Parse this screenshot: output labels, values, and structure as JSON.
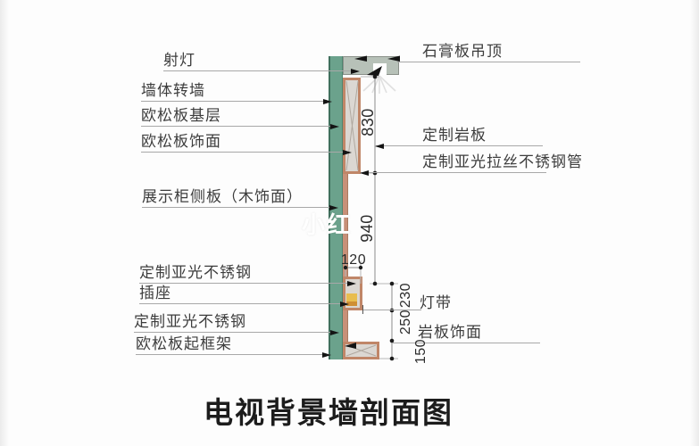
{
  "title": "电视背景墙剖面图",
  "watermark": "小红",
  "left_labels": [
    {
      "id": "spotlight",
      "text": "射灯"
    },
    {
      "id": "wall-turn",
      "text": "墙体转墙"
    },
    {
      "id": "osb-base",
      "text": "欧松板基层"
    },
    {
      "id": "osb-finish",
      "text": "欧松板饰面"
    },
    {
      "id": "cabinet-side",
      "text": "展示柜侧板（木饰面）"
    },
    {
      "id": "steel-1",
      "text": "定制亚光不锈钢"
    },
    {
      "id": "socket",
      "text": "插座"
    },
    {
      "id": "steel-2",
      "text": "定制亚光不锈钢"
    },
    {
      "id": "osb-frame",
      "text": "欧松板起框架"
    }
  ],
  "right_labels": [
    {
      "id": "gypsum-ceiling",
      "text": "石膏板吊顶"
    },
    {
      "id": "rock-slab",
      "text": "定制岩板"
    },
    {
      "id": "steel-tube",
      "text": "定制亚光拉丝不锈钢管"
    },
    {
      "id": "light-strip",
      "text": "灯带"
    },
    {
      "id": "rock-finish",
      "text": "岩板饰面"
    }
  ],
  "dimensions": {
    "panel_height": "830",
    "niche_height": "940",
    "depth": "120",
    "seg_230": "230",
    "seg_250": "250",
    "seg_150": "150"
  },
  "colors": {
    "wall_green": "#6BA28C",
    "ceiling_gray_green": "#B7C1B8",
    "wood_frame": "#C08668",
    "panel_fill": "#DBD7D2",
    "socket_yellow": "#E8BD4F",
    "socket_orange": "#CF8F35"
  }
}
